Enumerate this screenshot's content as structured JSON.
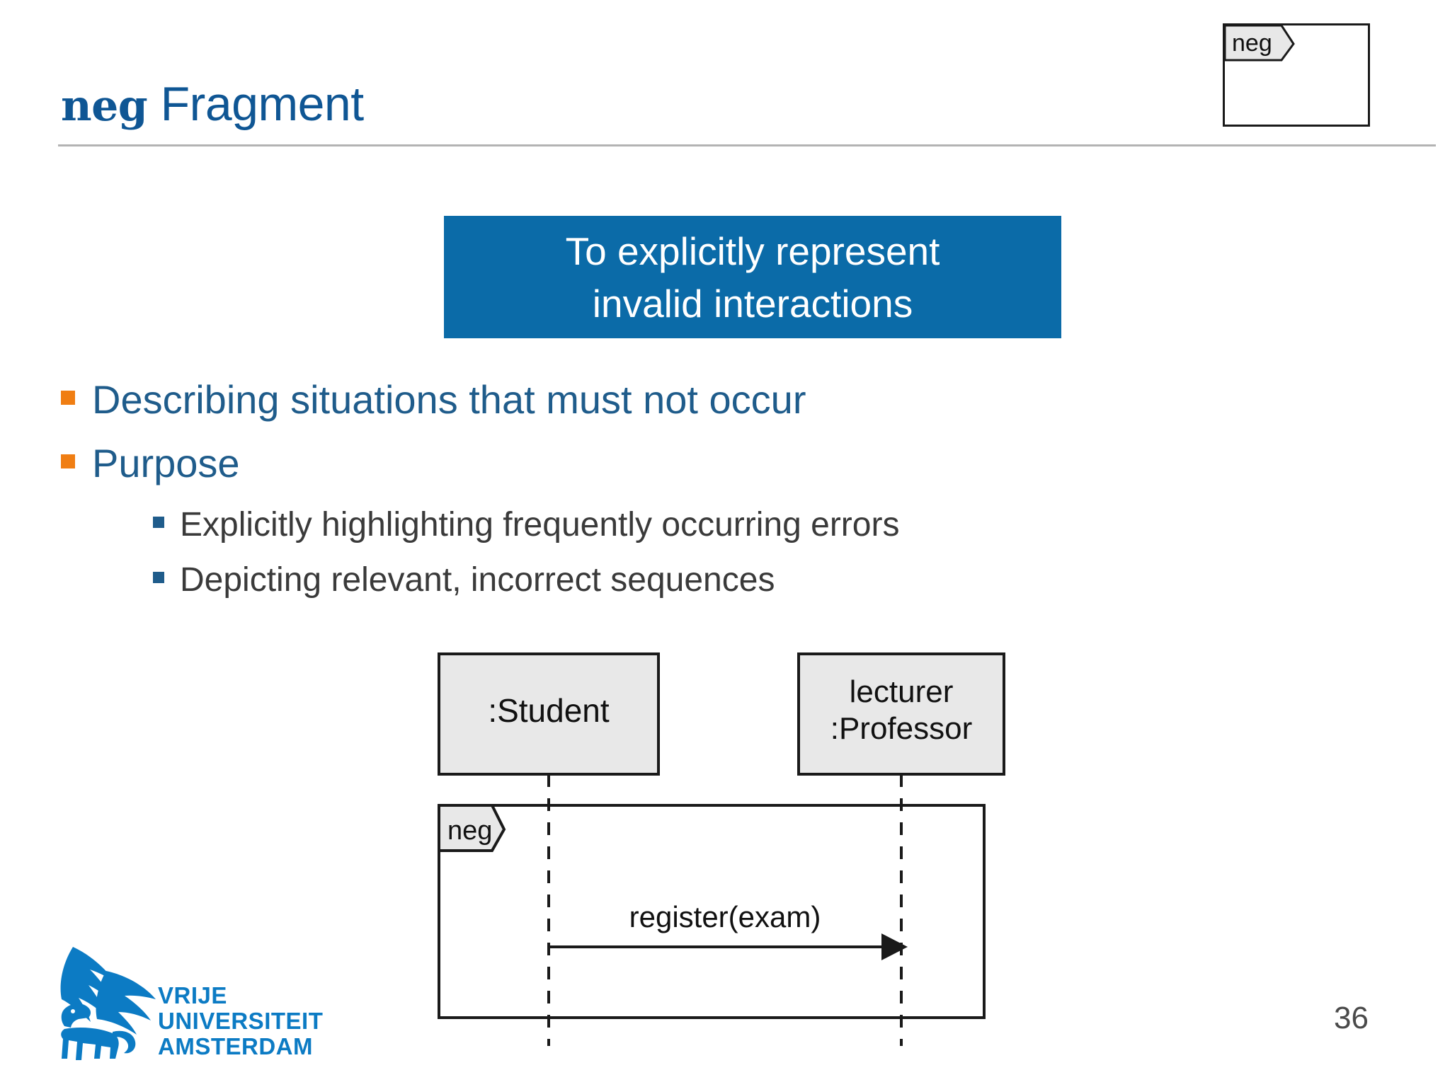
{
  "slide": {
    "title_keyword": "neg",
    "title_rest": " Fragment",
    "page_number": "36"
  },
  "neg_icon": {
    "label": "neg"
  },
  "callout": {
    "text": "To explicitly represent\ninvalid interactions",
    "background_color": "#0B6BA8",
    "text_color": "#FFFFFF"
  },
  "bullets": {
    "level1": [
      {
        "text": "Describing situations that must not occur",
        "marker_color": "#F07E13",
        "text_color": "#1F5C8B"
      },
      {
        "text": "Purpose",
        "marker_color": "#F07E13",
        "text_color": "#1F5C8B"
      }
    ],
    "level2": [
      {
        "text": "Explicitly highlighting frequently occurring errors",
        "marker_color": "#1F5C8B",
        "text_color": "#3A3A3A"
      },
      {
        "text": "Depicting relevant, incorrect sequences",
        "marker_color": "#1F5C8B",
        "text_color": "#3A3A3A"
      }
    ]
  },
  "diagram": {
    "type": "uml-sequence-diagram",
    "lifelines": [
      {
        "name": "student-lifeline",
        "label": ":Student",
        "label_lines": [
          ":Student"
        ]
      },
      {
        "name": "professor-lifeline",
        "label": "lecturer\n:Professor",
        "label_lines": [
          "lecturer",
          ":Professor"
        ]
      }
    ],
    "fragment": {
      "operator": "neg",
      "label": "neg"
    },
    "messages": [
      {
        "label": "register(exam)",
        "from": ":Student",
        "to": "lecturer:Professor",
        "arrow": "solid-filled"
      }
    ]
  },
  "logo": {
    "line1": "VRIJE",
    "line2": "UNIVERSITEIT",
    "line3": "AMSTERDAM",
    "color": "#0C7BC4"
  },
  "theme": {
    "title_color": "#0F5694",
    "rule_color": "#B3B3B3",
    "accent_orange": "#F07E13",
    "accent_blue": "#0B6BA8"
  }
}
